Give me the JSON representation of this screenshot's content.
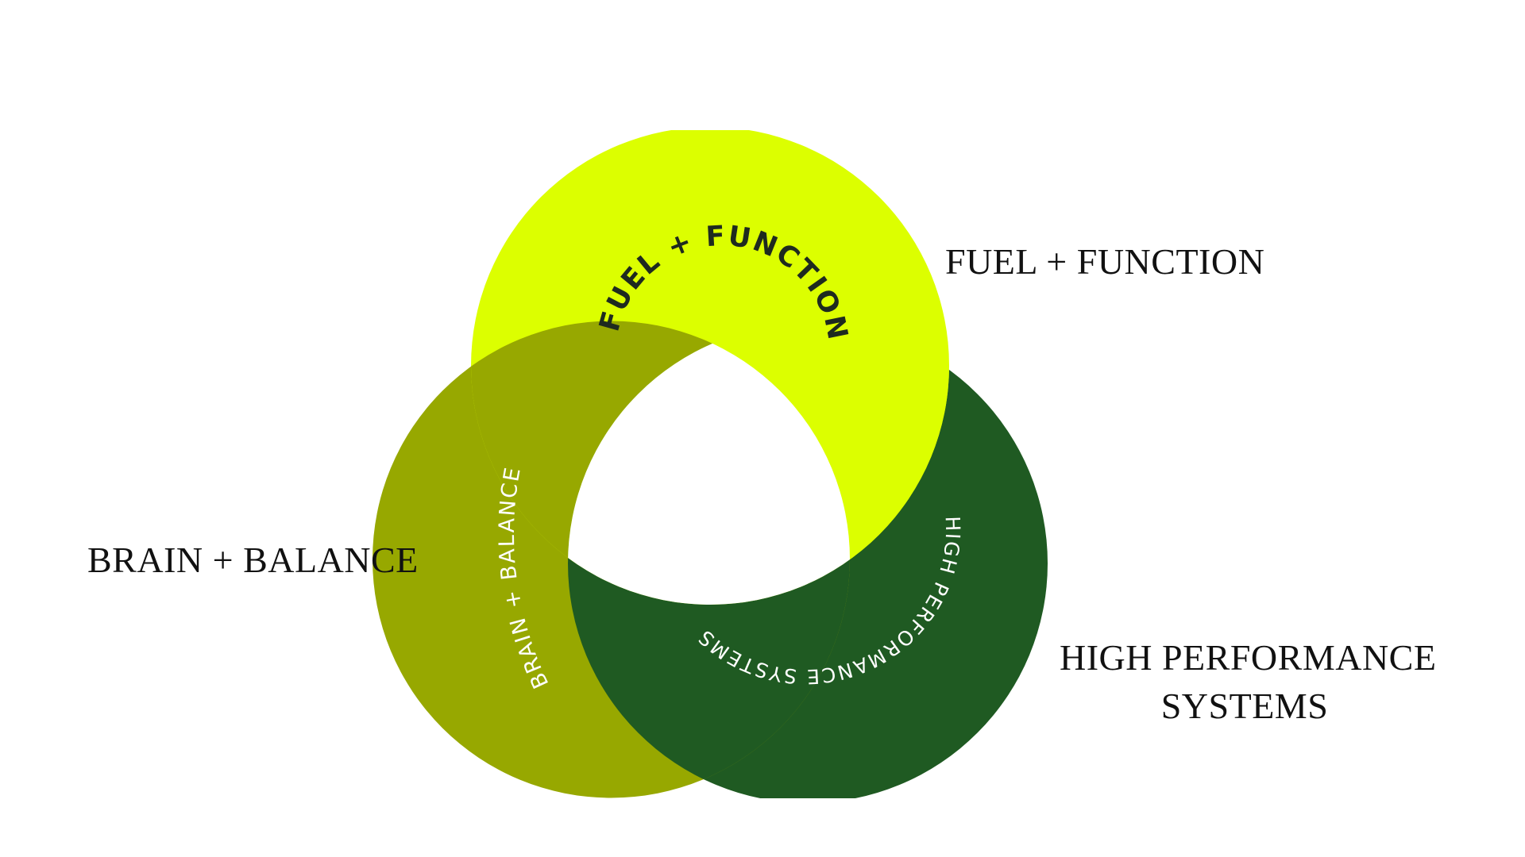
{
  "colors": {
    "background": "#ffffff",
    "fuel_function_ring": "#dcff00",
    "brain_balance_ring": "#97a800",
    "high_performance_ring": "#1f5a22",
    "center": "#ffffff",
    "fuel_ring_text": "#1e2a1f",
    "brain_ring_text": "#ffffff",
    "high_ring_text": "#ffffff",
    "label_text": "#111111"
  },
  "diagram": {
    "rings": [
      {
        "id": "fuel",
        "ring_label": "FUEL + FUNCTION"
      },
      {
        "id": "brain",
        "ring_label": "BRAIN + BALANCE"
      },
      {
        "id": "high",
        "ring_label": "HIGH PERFORMANCE SYSTEMS"
      }
    ]
  },
  "labels": {
    "fuel": "FUEL + FUNCTION",
    "brain": "BRAIN + BALANCE",
    "high_line1": "HIGH PERFORMANCE",
    "high_line2": "SYSTEMS"
  }
}
